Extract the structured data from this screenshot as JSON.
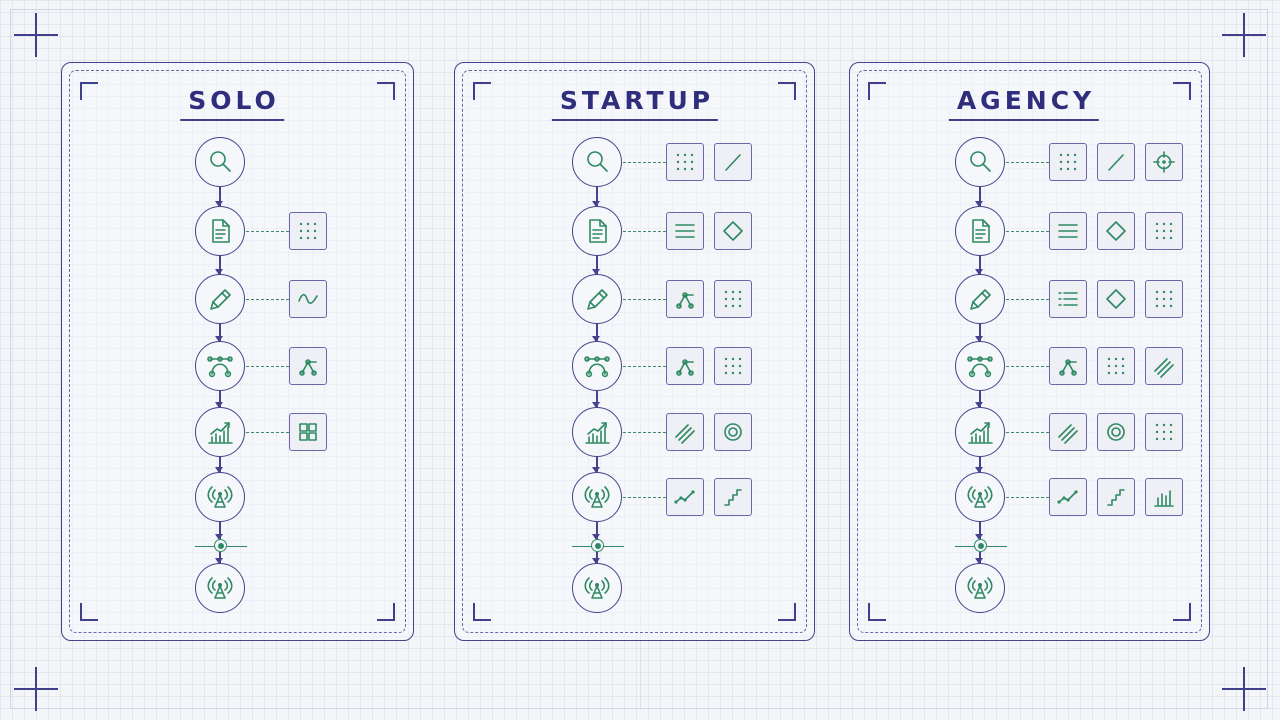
{
  "colors": {
    "primary": "#3f3f8c",
    "accent": "#2e8a62",
    "background": "#f4f5f9"
  },
  "panels": [
    {
      "title": "SOLO",
      "stages": [
        {
          "icon": "search-icon",
          "modules": []
        },
        {
          "icon": "document-icon",
          "modules": [
            "dot-grid-icon"
          ]
        },
        {
          "icon": "pencil-icon",
          "modules": [
            "wave-icon"
          ]
        },
        {
          "icon": "bezier-icon",
          "modules": [
            "node-graph-icon"
          ]
        },
        {
          "icon": "bar-chart-icon",
          "modules": [
            "grid-squares-icon"
          ]
        },
        {
          "icon": "broadcast-icon",
          "modules": []
        }
      ],
      "final_icon": "broadcast-icon"
    },
    {
      "title": "STARTUP",
      "stages": [
        {
          "icon": "search-icon",
          "modules": [
            "dot-grid-icon",
            "slash-icon"
          ]
        },
        {
          "icon": "document-icon",
          "modules": [
            "lines-icon",
            "diamond-icon"
          ]
        },
        {
          "icon": "pencil-icon",
          "modules": [
            "node-graph-icon",
            "dot-grid-icon"
          ]
        },
        {
          "icon": "bezier-icon",
          "modules": [
            "node-graph-icon",
            "dot-grid-icon"
          ]
        },
        {
          "icon": "bar-chart-icon",
          "modules": [
            "hatch-icon",
            "target-ring-icon"
          ]
        },
        {
          "icon": "broadcast-icon",
          "modules": [
            "line-chart-icon",
            "stairs-icon"
          ]
        }
      ],
      "final_icon": "broadcast-icon"
    },
    {
      "title": "AGENCY",
      "stages": [
        {
          "icon": "search-icon",
          "modules": [
            "dot-grid-icon",
            "slash-icon",
            "crosshair-icon"
          ]
        },
        {
          "icon": "document-icon",
          "modules": [
            "lines-icon",
            "diamond-icon",
            "dot-grid-icon"
          ]
        },
        {
          "icon": "pencil-icon",
          "modules": [
            "list-lines-icon",
            "diamond-icon",
            "dot-grid-icon"
          ]
        },
        {
          "icon": "bezier-icon",
          "modules": [
            "node-graph-icon",
            "dot-grid-icon",
            "hatch-icon"
          ]
        },
        {
          "icon": "bar-chart-icon",
          "modules": [
            "hatch-icon",
            "target-ring-icon",
            "dot-grid-icon"
          ]
        },
        {
          "icon": "broadcast-icon",
          "modules": [
            "line-chart-icon",
            "stairs-icon",
            "bar-chart-icon"
          ]
        }
      ],
      "final_icon": "broadcast-icon"
    }
  ]
}
